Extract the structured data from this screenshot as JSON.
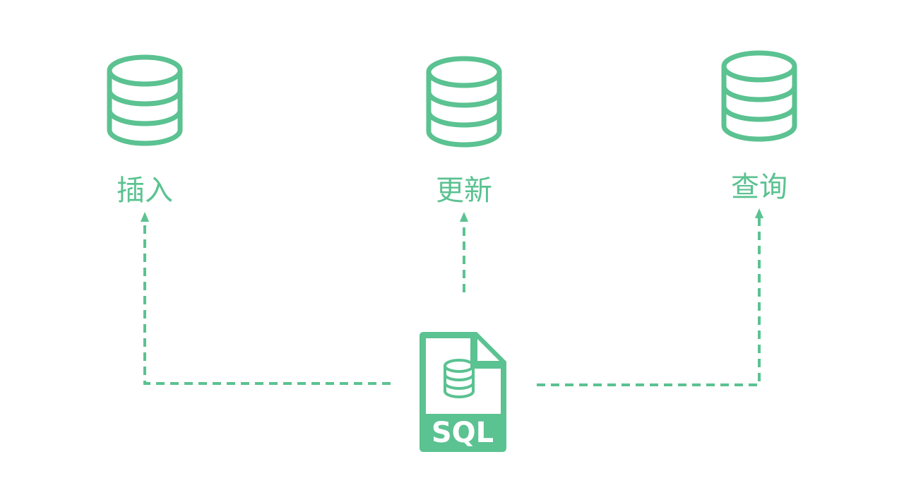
{
  "colors": {
    "accent": "#5bc291",
    "background": "#ffffff"
  },
  "databases": [
    {
      "label": "插入",
      "icon": "database-icon"
    },
    {
      "label": "更新",
      "icon": "database-icon"
    },
    {
      "label": "查询",
      "icon": "database-icon"
    }
  ],
  "source": {
    "label": "SQL",
    "icon": "sql-file-icon"
  }
}
